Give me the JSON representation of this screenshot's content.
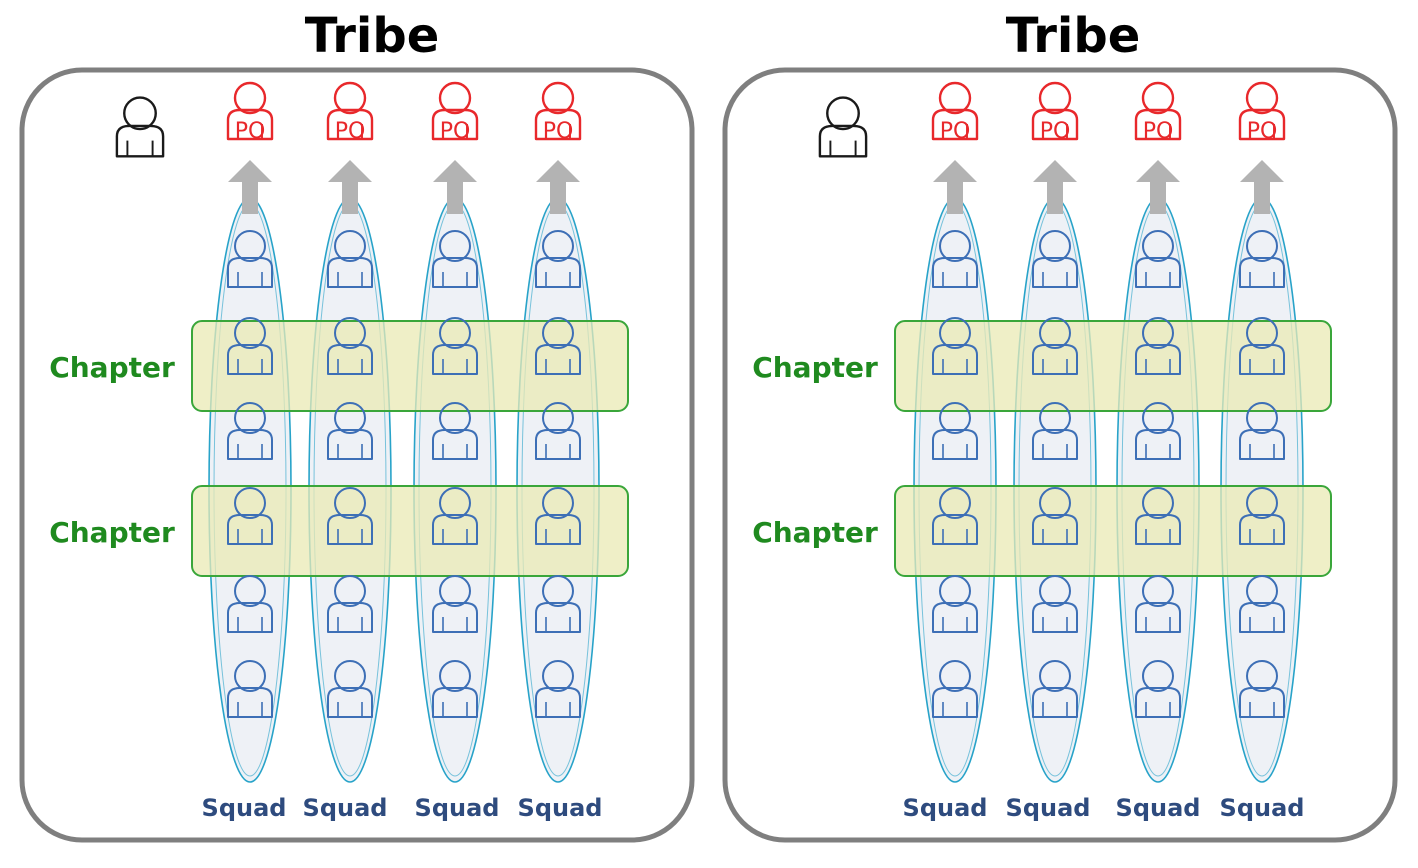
{
  "panels": [
    {
      "title": "Tribe",
      "squads": [
        {
          "label": "Squad",
          "po_label": "PO",
          "members": 6
        },
        {
          "label": "Squad",
          "po_label": "PO",
          "members": 6
        },
        {
          "label": "Squad",
          "po_label": "PO",
          "members": 6
        },
        {
          "label": "Squad",
          "po_label": "PO",
          "members": 6
        }
      ],
      "chapters": [
        {
          "label": "Chapter",
          "member_row": 2
        },
        {
          "label": "Chapter",
          "member_row": 4
        }
      ]
    },
    {
      "title": "Tribe",
      "squads": [
        {
          "label": "Squad",
          "po_label": "PO",
          "members": 6
        },
        {
          "label": "Squad",
          "po_label": "PO",
          "members": 6
        },
        {
          "label": "Squad",
          "po_label": "PO",
          "members": 6
        },
        {
          "label": "Squad",
          "po_label": "PO",
          "members": 6
        }
      ],
      "chapters": [
        {
          "label": "Chapter",
          "member_row": 2
        },
        {
          "label": "Chapter",
          "member_row": 4
        }
      ]
    }
  ],
  "colors": {
    "panel_border": "#7f7f7f",
    "po": "#e8282b",
    "squad_outline": "#28a3c9",
    "squad_fill": "#eef1f6",
    "member": "#3d6fb6",
    "chapter_border": "#3aa63a",
    "chapter_fill": "#e9e9b4",
    "chapter_text": "#1f8a1f",
    "squad_text": "#2e4b7e",
    "arrow": "#b3b3b3",
    "lead": "#1a1a1a",
    "title": "#000000"
  }
}
